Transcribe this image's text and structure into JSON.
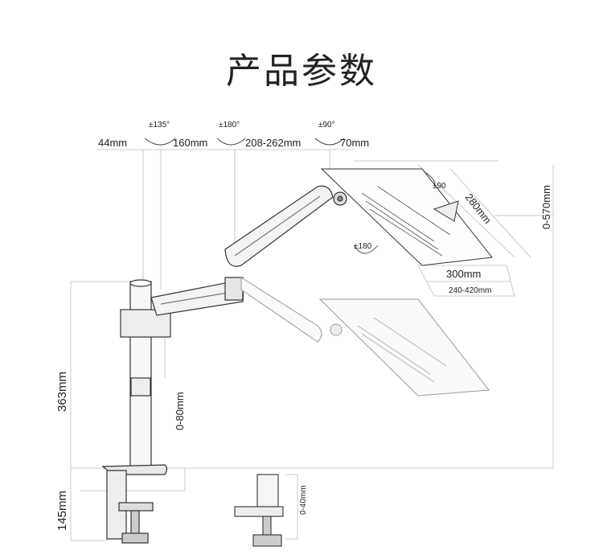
{
  "title": "产品参数",
  "dims": {
    "d44": "44mm",
    "d160": "160mm",
    "d208": "208-262mm",
    "d70": "70mm",
    "rot135": "±135°",
    "rot180a": "±180°",
    "rot90a": "±90°",
    "rot90b": "±90",
    "rot180b": "±180",
    "d280": "280mm",
    "h0570": "0-570mm",
    "d300": "300mm",
    "d240": "240-420mm",
    "h363": "363mm",
    "d080": "0-80mm",
    "h145": "145mm",
    "d040": "0-40mm"
  }
}
